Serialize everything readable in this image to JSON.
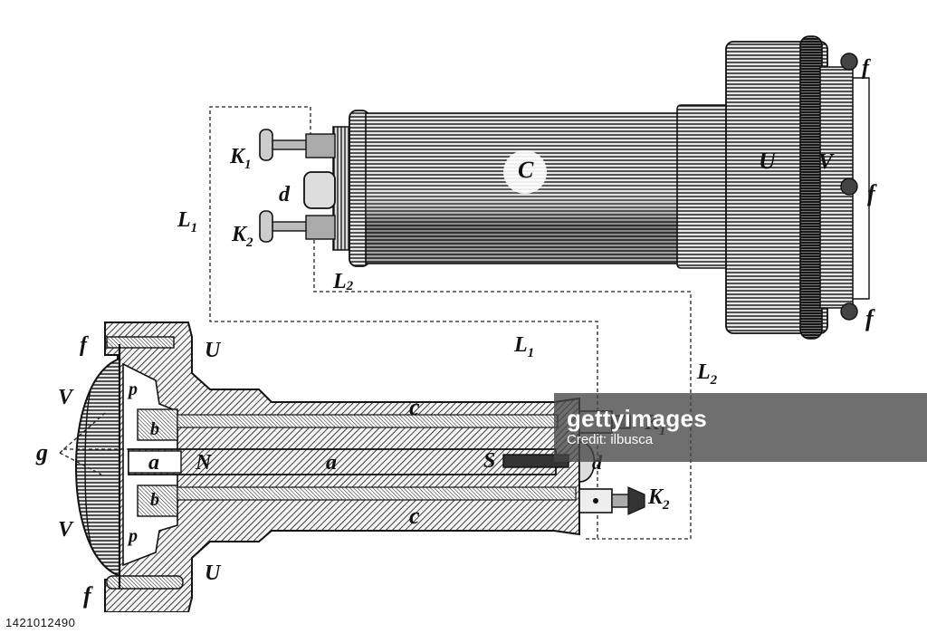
{
  "diagram": {
    "upper_view_labels": {
      "terminal_1": "K",
      "terminal_1_sub": "1",
      "terminal_2": "K",
      "terminal_2_sub": "2",
      "d": "d",
      "c": "C",
      "u": "U",
      "v": "V",
      "f_top": "f",
      "f_mid": "f",
      "f_bottom": "f",
      "l1": "L",
      "l1_sub": "1",
      "l2": "L",
      "l2_sub": "2"
    },
    "section_view_labels": {
      "f_top": "f",
      "f_bottom": "f",
      "u_top": "U",
      "u_bottom": "U",
      "v_top": "V",
      "v_bottom": "V",
      "g": "g",
      "p_top": "p",
      "p_bottom": "p",
      "b_top": "b",
      "b_bottom": "b",
      "a_left": "a",
      "n": "N",
      "a_mid": "a",
      "c_top": "c",
      "c_bottom": "c",
      "s": "S",
      "d": "d",
      "k1": "K",
      "k1_sub": "1",
      "k2": "K",
      "k2_sub": "2",
      "l1": "L",
      "l1_sub": "1",
      "l2": "L",
      "l2_sub": "2"
    }
  },
  "watermark": {
    "brand": "gettyimages",
    "credit": "Credit: ilbusca"
  },
  "footer": {
    "image_id": "1421012490"
  }
}
